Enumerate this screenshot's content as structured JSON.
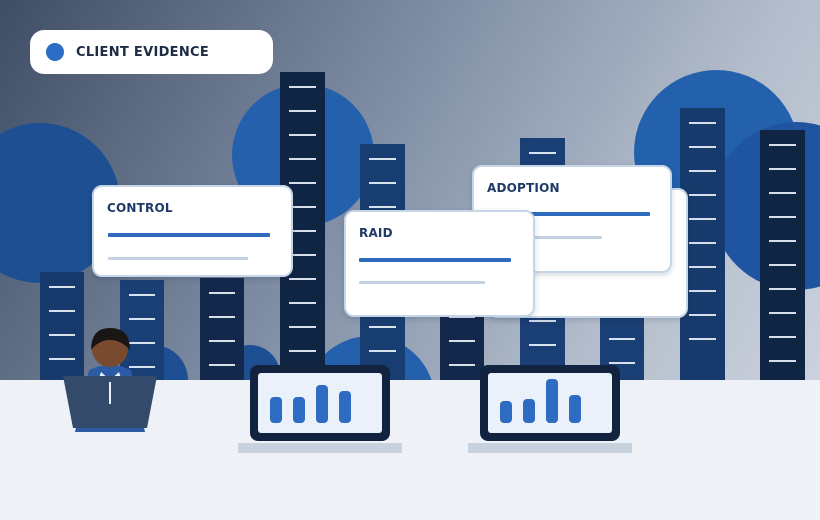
{
  "badge": {
    "label": "CLIENT EVIDENCE",
    "dot_color": "#2e6dc5"
  },
  "cards": [
    {
      "title": "CONTROL"
    },
    {
      "title": "RAID"
    },
    {
      "title": "ADOPTION"
    }
  ],
  "colors": {
    "tower_dark": "#13284a",
    "tower_blue": "#1a3f74",
    "circle_blue": "#2560ad",
    "accent": "#2e6bbd",
    "floor": "#eef2f7"
  }
}
